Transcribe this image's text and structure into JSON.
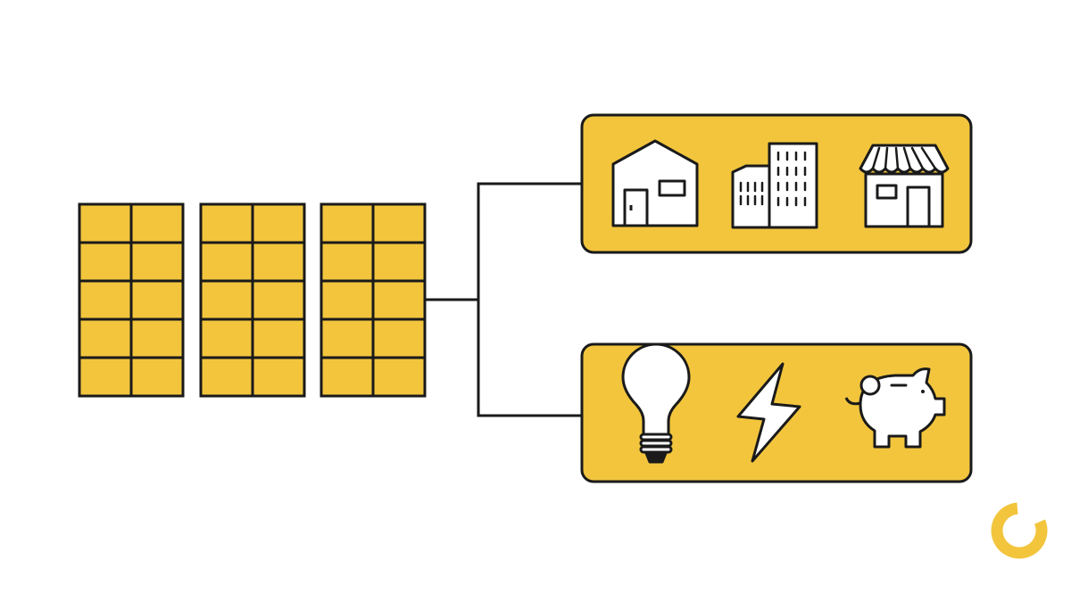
{
  "colors": {
    "panel_fill": "#F2C53D",
    "stroke": "#1A1A1A",
    "icon_fill": "#FFFFFF",
    "background": "#FFFFFF",
    "logo": "#F2C53D"
  },
  "solar_array": {
    "panels": [
      {
        "rows": 5,
        "cols": 2
      },
      {
        "rows": 5,
        "cols": 2
      },
      {
        "rows": 5,
        "cols": 2
      }
    ]
  },
  "uses_box": {
    "icons": [
      "house-icon",
      "office-buildings-icon",
      "storefront-icon"
    ]
  },
  "benefits_box": {
    "icons": [
      "light-bulb-icon",
      "lightning-bolt-icon",
      "piggy-bank-icon"
    ]
  },
  "brand": {
    "logo": "ring-logo-icon"
  }
}
